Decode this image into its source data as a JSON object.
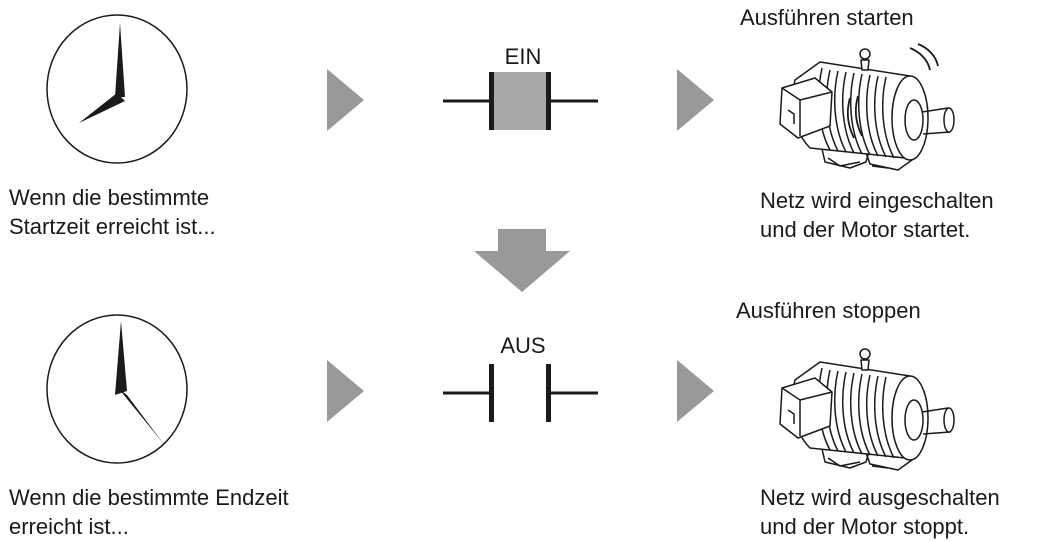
{
  "colors": {
    "ink": "#1a1a1a",
    "arrow": "#999999",
    "contact_fill": "#a8a8a8"
  },
  "rows": [
    {
      "contact_label": "EIN",
      "status_title": "Ausführen starten",
      "trigger_caption": [
        "Wenn die bestimmte",
        "Startzeit erreicht ist..."
      ],
      "result_caption": [
        "Netz wird eingeschalten",
        "und der Motor startet."
      ]
    },
    {
      "contact_label": "AUS",
      "status_title": "Ausführen stoppen",
      "trigger_caption": [
        "Wenn die bestimmte Endzeit",
        "erreicht ist..."
      ],
      "result_caption": [
        "Netz wird ausgeschalten",
        "und der Motor stoppt."
      ]
    }
  ],
  "icons": {
    "clock": "clock-icon",
    "arrow": "arrow-right-icon",
    "down_arrow": "arrow-down-icon",
    "contact_closed": "relay-contact-closed-icon",
    "contact_open": "relay-contact-open-icon",
    "motor": "electric-motor-icon"
  }
}
